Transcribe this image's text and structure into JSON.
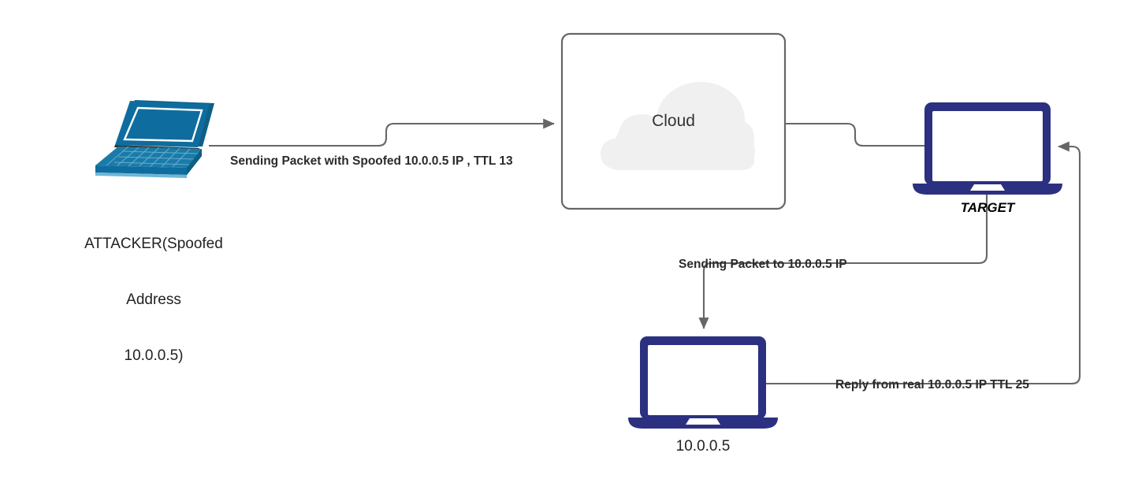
{
  "diagram": {
    "title": "IP Spoofing Attack Flow",
    "background": "#ffffff",
    "colors": {
      "attacker_device": "#0e6d9e",
      "attacker_device_light": "#2f8cb8",
      "target_device": "#2b3180",
      "edge_line": "#666666",
      "cloud_fill": "#f0f0f0",
      "box_border": "#666666",
      "text": "#222222"
    }
  },
  "nodes": {
    "attacker": {
      "icon": "laptop-isometric-icon",
      "label_line1": "ATTACKER(Spoofed",
      "label_line2": "Address",
      "label_line3": "10.0.0.5)"
    },
    "cloud_box": {
      "icon": "cloud-icon",
      "label": "Cloud"
    },
    "target": {
      "icon": "laptop-icon",
      "label": "TARGET"
    },
    "victim": {
      "icon": "laptop-icon",
      "label": "10.0.0.5"
    }
  },
  "edges": {
    "attacker_to_cloud": {
      "label": "Sending Packet with Spoofed 10.0.0.5 IP , TTL 13",
      "arrow": "end"
    },
    "cloud_to_target": {
      "label": "",
      "arrow": "none"
    },
    "target_to_victim": {
      "label": "Sending Packet to 10.0.0.5 IP",
      "arrow": "end"
    },
    "victim_to_target": {
      "label": "Reply from real 10.0.0.5 IP TTL 25",
      "arrow": "end"
    }
  }
}
